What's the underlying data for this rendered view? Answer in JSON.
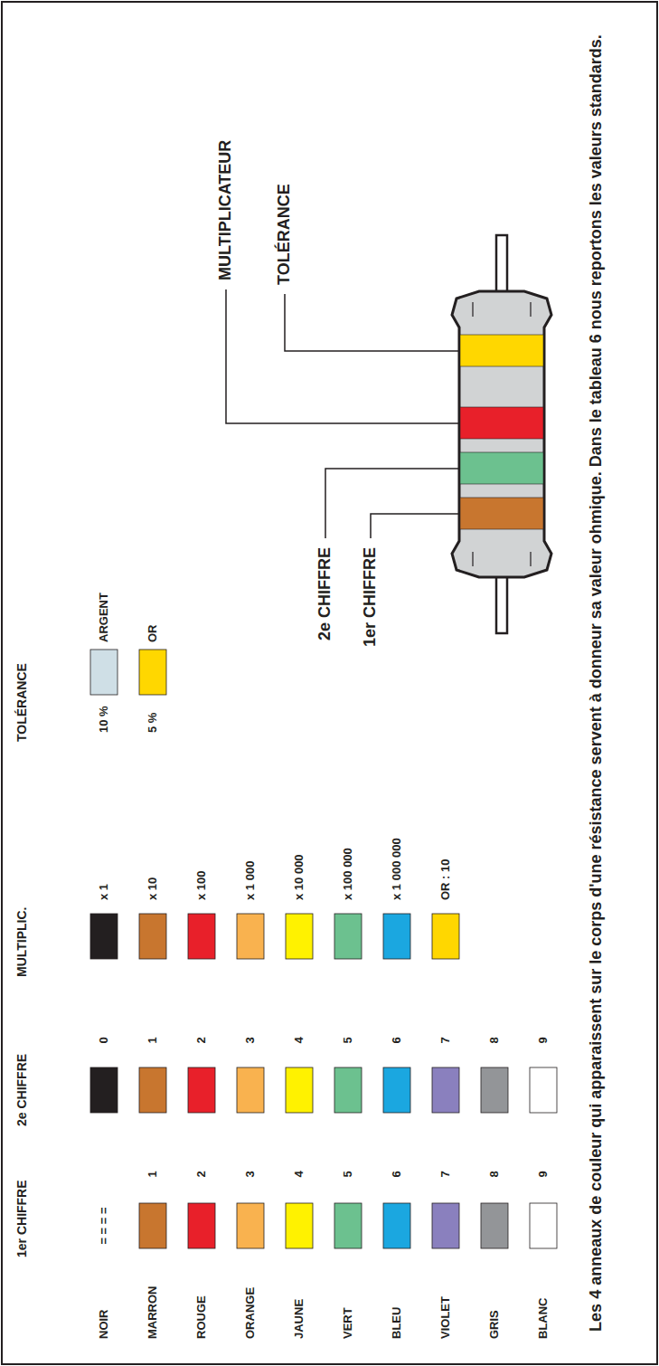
{
  "diagram": {
    "caption": "Les 4 anneaux de couleur qui apparaissent sur le corps d'une résistance servent à donneur sa valeur ohmique. Dans le tableau 6 nous reportons les valeurs standards.",
    "labels": [
      "1er CHIFFRE",
      "2e CHIFFRE",
      "MULTIPLIC.",
      "TOLÉRANCE",
      "= = = =",
      "1",
      "2",
      "3",
      "4",
      "5",
      "6",
      "7",
      "8",
      "9",
      "0",
      "1",
      "2",
      "3",
      "4",
      "5",
      "6",
      "7",
      "8",
      "9",
      "x 1",
      "x 10",
      "x 100",
      "x 1 000",
      "x 10 000",
      "x 100 000",
      "x 1 000 000",
      "OR : 10",
      "10 %",
      "5 %",
      "MULTIPLICATEUR",
      "TOLÉRANCE",
      "2e CHIFFRE",
      "1er CHIFFRE"
    ],
    "legend": [
      {
        "text": "NOIR",
        "color": "#231f20"
      },
      {
        "text": "MARRON",
        "color": "#c8762f"
      },
      {
        "text": "ROUGE",
        "color": "#e8202a"
      },
      {
        "text": "ORANGE",
        "color": "#f9b24f"
      },
      {
        "text": "JAUNE",
        "color": "#fff200"
      },
      {
        "text": "VERT",
        "color": "#6cc18f"
      },
      {
        "text": "BLEU",
        "color": "#1ba7e0"
      },
      {
        "text": "VIOLET",
        "color": "#8a80be"
      },
      {
        "text": "GRIS",
        "color": "#939598"
      },
      {
        "text": "BLANC",
        "color": "#ffffff"
      },
      {
        "text": "ARGENT",
        "color": "#cfdfe6"
      },
      {
        "text": "OR",
        "color": "#ffd700"
      }
    ]
  }
}
